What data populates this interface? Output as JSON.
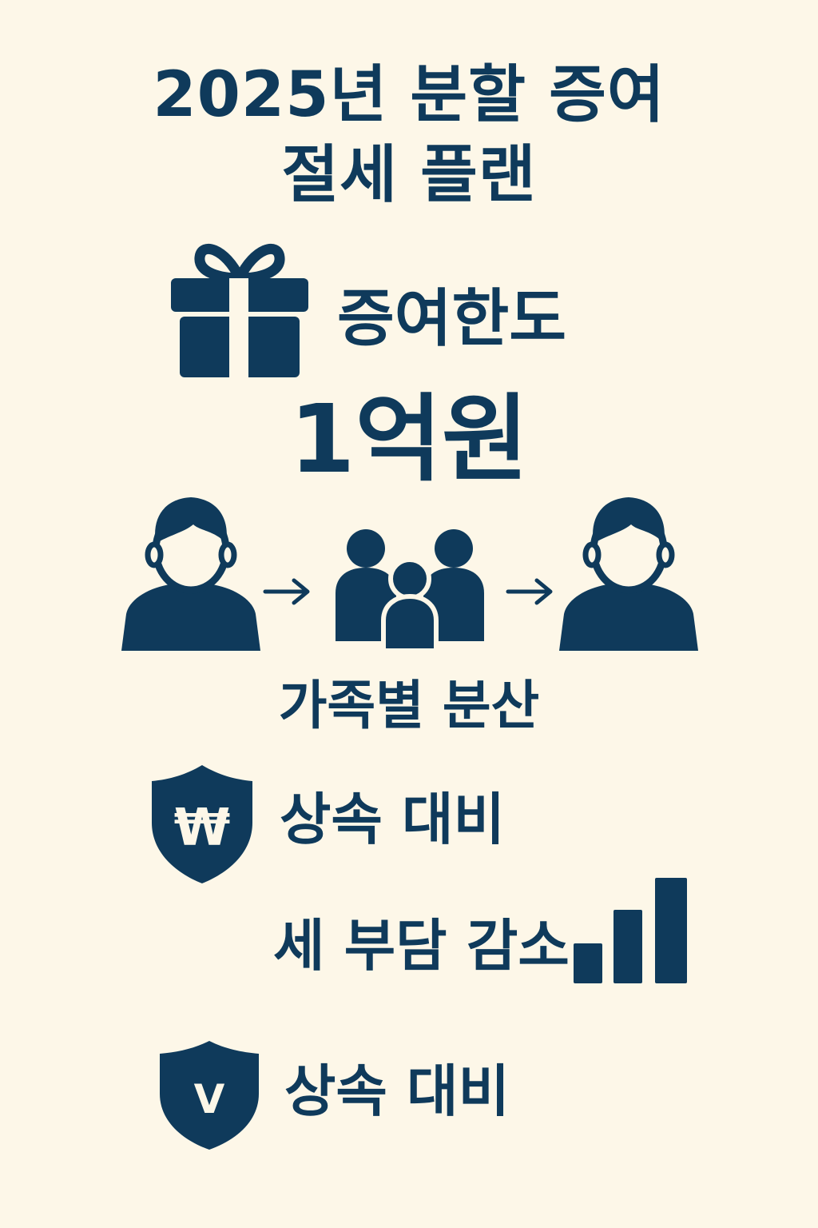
{
  "title": {
    "line1": "2025년 분할 증여",
    "line2": "절세 플랜"
  },
  "gift": {
    "icon": "gift-icon",
    "label": "증여한도",
    "amount": "1억원"
  },
  "flow": {
    "icons": [
      "person-icon",
      "arrow-right-icon",
      "family-icon",
      "arrow-right-icon",
      "person-icon"
    ],
    "label": "가족별 분산"
  },
  "items": [
    {
      "icon": "shield-won-icon",
      "glyph": "₩",
      "label": "상속 대비"
    },
    {
      "icon": "bar-chart-icon",
      "label": "세 부담 감소"
    },
    {
      "icon": "shield-check-icon",
      "glyph": "V",
      "label": "상속 대비"
    }
  ],
  "colors": {
    "background": "#fdf7e8",
    "primary": "#0f3a5b"
  }
}
